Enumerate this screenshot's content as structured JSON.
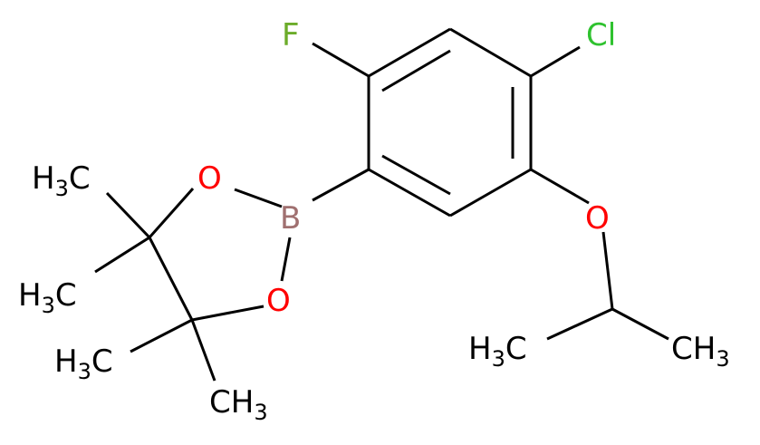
{
  "colors": {
    "bond": "#000000",
    "carbon": "#000000",
    "oxygen": "#ff0000",
    "boron": "#a07070",
    "fluorine": "#6cac2a",
    "chlorine": "#2fc22f"
  },
  "atoms": {
    "F": {
      "text": "F"
    },
    "Cl": {
      "text": "Cl"
    },
    "B": {
      "text": "B"
    },
    "O1": {
      "text": "O"
    },
    "O2": {
      "text": "O"
    },
    "O3": {
      "text": "O"
    },
    "Me1": {
      "text": "H",
      "sub": "3",
      "tail": "C"
    },
    "Me2": {
      "text": "H",
      "sub": "3",
      "tail": "C"
    },
    "Me3": {
      "text": "H",
      "sub": "3",
      "tail": "C"
    },
    "Me4": {
      "text": "CH",
      "sub": "3"
    },
    "Me5": {
      "text": "H",
      "sub": "3",
      "tail": "C"
    },
    "Me6": {
      "text": "CH",
      "sub": "3"
    }
  }
}
